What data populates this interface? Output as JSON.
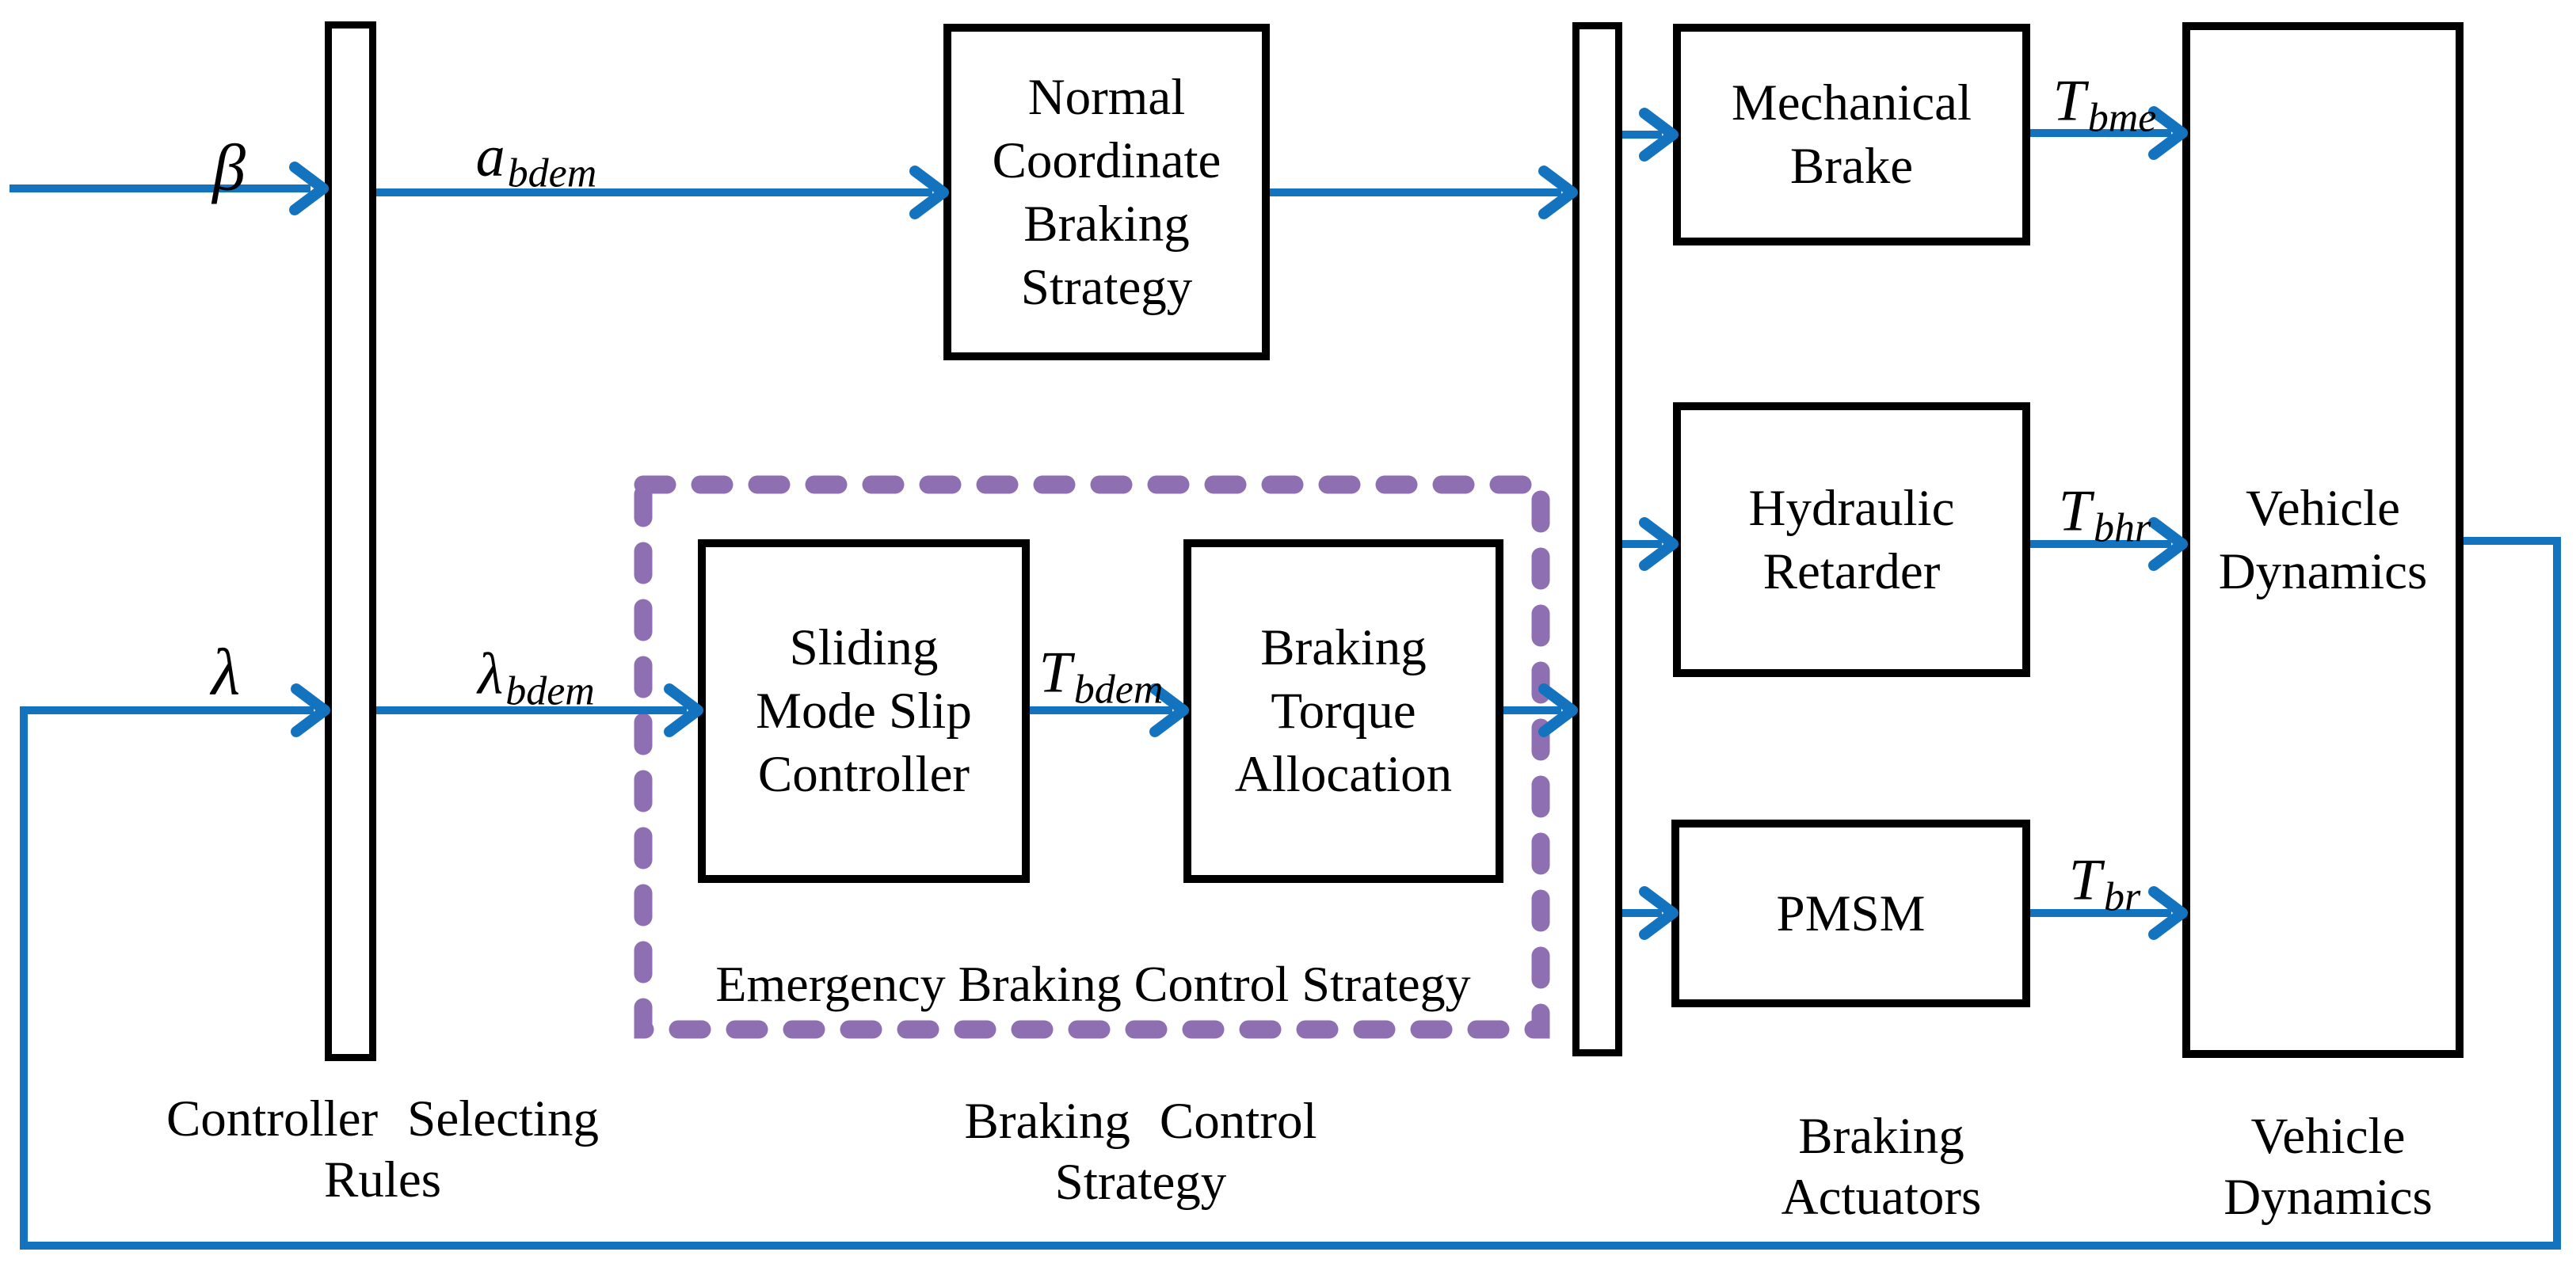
{
  "theme": {
    "blue": "#1373BE",
    "purple": "#8E70B2",
    "black": "#000000",
    "background": "#FFFFFF"
  },
  "inputs": {
    "beta": "β",
    "lambda": "λ"
  },
  "signals": {
    "a_bdem": {
      "main": "a",
      "sub": "bdem"
    },
    "lambda_bdem": {
      "main": "λ",
      "sub": "bdem"
    },
    "t_bdem": {
      "main": "T",
      "sub": "bdem"
    },
    "t_bme": {
      "main": "T",
      "sub": "bme"
    },
    "t_bhr": {
      "main": "T",
      "sub": "bhr"
    },
    "t_br": {
      "main": "T",
      "sub": "br"
    }
  },
  "blocks": {
    "normal_coordinate": {
      "lines": [
        "Normal",
        "Coordinate",
        "Braking",
        "Strategy"
      ]
    },
    "sliding_mode": {
      "lines": [
        "Sliding",
        "Mode Slip",
        "Controller"
      ]
    },
    "torque_allocation": {
      "lines": [
        "Braking",
        "Torque",
        "Allocation"
      ]
    },
    "mechanical_brake": {
      "lines": [
        "Mechanical",
        "Brake"
      ]
    },
    "hydraulic_retarder": {
      "lines": [
        "Hydraulic",
        "Retarder"
      ]
    },
    "pmsm": {
      "lines": [
        "PMSM"
      ]
    },
    "vehicle_dynamics": {
      "lines": [
        "Vehicle",
        "Dynamics"
      ]
    }
  },
  "groups": {
    "emergency_label": "Emergency Braking Control Strategy"
  },
  "captions": {
    "controller_selecting": {
      "lines": [
        "Controller Selecting",
        "Rules"
      ]
    },
    "braking_control": {
      "lines": [
        "Braking Control",
        "Strategy"
      ]
    },
    "braking_actuators": {
      "lines": [
        "Braking",
        "Actuators"
      ]
    },
    "vehicle_dynamics": {
      "lines": [
        "Vehicle",
        "Dynamics"
      ]
    }
  }
}
